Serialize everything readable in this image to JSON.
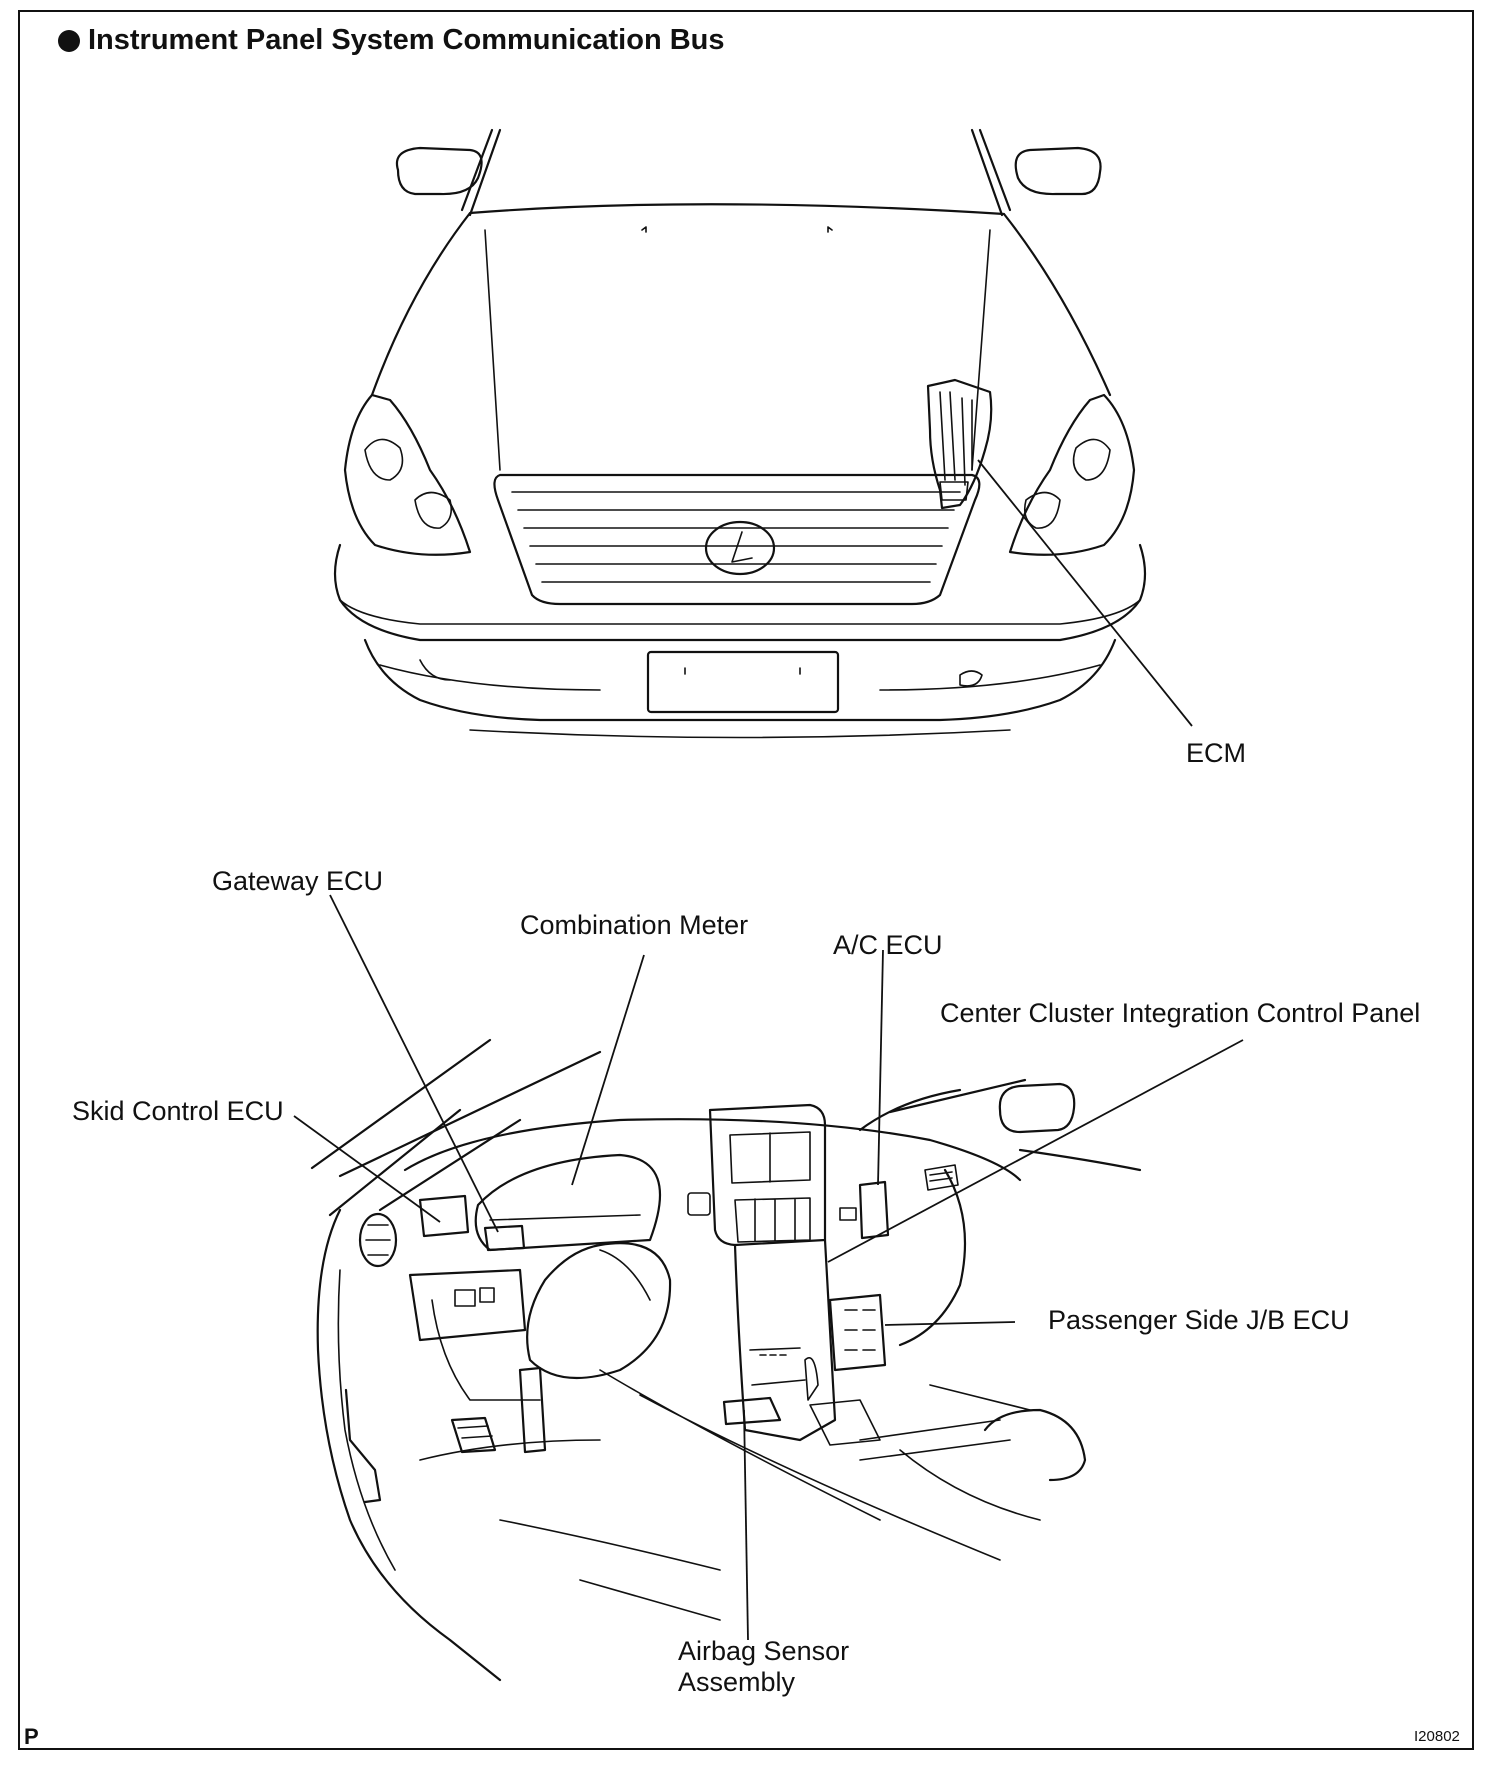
{
  "title": "Instrument Panel System Communication Bus",
  "labels": {
    "ecm": "ECM",
    "gateway_ecu": "Gateway ECU",
    "combination_meter": "Combination Meter",
    "ac_ecu": "A/C ECU",
    "center_cluster": "Center Cluster Integration Control Panel",
    "skid_control_ecu": "Skid Control ECU",
    "passenger_jb_ecu": "Passenger Side J/B ECU",
    "airbag_sensor_line1": "Airbag Sensor",
    "airbag_sensor_line2": "Assembly"
  },
  "corner_letter": "P",
  "figure_code": "I20802",
  "icons": {
    "title_bullet": "filled-circle-icon"
  }
}
